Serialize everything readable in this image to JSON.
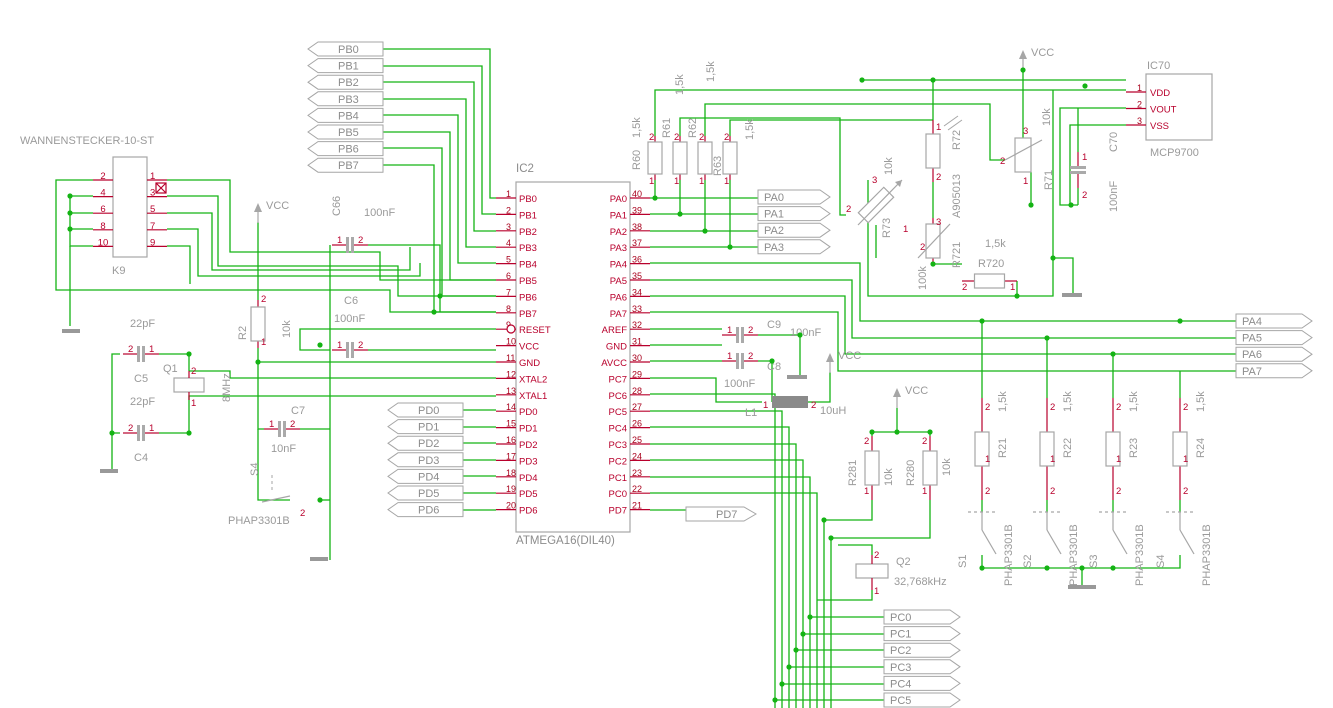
{
  "schematic": {
    "ic2": {
      "name": "IC2",
      "value": "ATMEGA16(DIL40)",
      "left_pins": [
        {
          "num": "1",
          "name": "PB0"
        },
        {
          "num": "2",
          "name": "PB1"
        },
        {
          "num": "3",
          "name": "PB2"
        },
        {
          "num": "4",
          "name": "PB3"
        },
        {
          "num": "5",
          "name": "PB4"
        },
        {
          "num": "6",
          "name": "PB5"
        },
        {
          "num": "7",
          "name": "PB6"
        },
        {
          "num": "8",
          "name": "PB7"
        },
        {
          "num": "9",
          "name": "RESET"
        },
        {
          "num": "10",
          "name": "VCC"
        },
        {
          "num": "11",
          "name": "GND"
        },
        {
          "num": "12",
          "name": "XTAL2"
        },
        {
          "num": "13",
          "name": "XTAL1"
        },
        {
          "num": "14",
          "name": "PD0"
        },
        {
          "num": "15",
          "name": "PD1"
        },
        {
          "num": "16",
          "name": "PD2"
        },
        {
          "num": "17",
          "name": "PD3"
        },
        {
          "num": "18",
          "name": "PD4"
        },
        {
          "num": "19",
          "name": "PD5"
        },
        {
          "num": "20",
          "name": "PD6"
        }
      ],
      "right_pins": [
        {
          "num": "40",
          "name": "PA0"
        },
        {
          "num": "39",
          "name": "PA1"
        },
        {
          "num": "38",
          "name": "PA2"
        },
        {
          "num": "37",
          "name": "PA3"
        },
        {
          "num": "36",
          "name": "PA4"
        },
        {
          "num": "35",
          "name": "PA5"
        },
        {
          "num": "34",
          "name": "PA6"
        },
        {
          "num": "33",
          "name": "PA7"
        },
        {
          "num": "32",
          "name": "AREF"
        },
        {
          "num": "31",
          "name": "GND"
        },
        {
          "num": "30",
          "name": "AVCC"
        },
        {
          "num": "29",
          "name": "PC7"
        },
        {
          "num": "28",
          "name": "PC6"
        },
        {
          "num": "27",
          "name": "PC5"
        },
        {
          "num": "26",
          "name": "PC4"
        },
        {
          "num": "25",
          "name": "PC3"
        },
        {
          "num": "24",
          "name": "PC2"
        },
        {
          "num": "23",
          "name": "PC1"
        },
        {
          "num": "22",
          "name": "PC0"
        },
        {
          "num": "21",
          "name": "PD7"
        }
      ]
    },
    "k9": {
      "title": "WANNENSTECKER-10-ST",
      "name": "K9",
      "left_pins": [
        "2",
        "4",
        "6",
        "8",
        "10"
      ],
      "right_pins": [
        "1",
        "3",
        "5",
        "7",
        "9"
      ]
    },
    "ic70": {
      "name": "IC70",
      "value": "MCP9700",
      "pins": [
        {
          "num": "1",
          "name": "VDD"
        },
        {
          "num": "2",
          "name": "VOUT"
        },
        {
          "num": "3",
          "name": "VSS"
        }
      ]
    },
    "pb_flags": [
      "PB0",
      "PB1",
      "PB2",
      "PB3",
      "PB4",
      "PB5",
      "PB6",
      "PB7"
    ],
    "pd_flags": [
      "PD0",
      "PD1",
      "PD2",
      "PD3",
      "PD4",
      "PD5",
      "PD6"
    ],
    "pa_flags_near": [
      "PA0",
      "PA1",
      "PA2",
      "PA3"
    ],
    "pa_flags_far": [
      "PA4",
      "PA5",
      "PA6",
      "PA7"
    ],
    "pc_flags": [
      "PC0",
      "PC1",
      "PC2",
      "PC3",
      "PC4",
      "PC5"
    ],
    "pd7_flag": "PD7",
    "vcc": "VCC",
    "resistors": {
      "r2": {
        "name": "R2",
        "value": "10k"
      },
      "r60": {
        "name": "R60",
        "value": "1,5k"
      },
      "r61": {
        "name": "R61",
        "value": "1,5k"
      },
      "r62": {
        "name": "R62",
        "value": "1,5k"
      },
      "r63": {
        "name": "R63",
        "value": "1,5k"
      },
      "r73": {
        "name": "R73",
        "value": "10k"
      },
      "r71": {
        "name": "R71",
        "value": "10k"
      },
      "r72": {
        "name": "R72",
        "value": "A905013"
      },
      "r721": {
        "name": "R721",
        "value": "100k"
      },
      "r720": {
        "name": "R720",
        "value": "1,5k"
      },
      "r281": {
        "name": "R281",
        "value": "10k"
      },
      "r280": {
        "name": "R280",
        "value": "10k"
      },
      "r21": {
        "name": "R21",
        "value": "1,5k"
      },
      "r22": {
        "name": "R22",
        "value": "1,5k"
      },
      "r23": {
        "name": "R23",
        "value": "1,5k"
      },
      "r24": {
        "name": "R24",
        "value": "1,5k"
      }
    },
    "caps": {
      "c66": {
        "name": "C66",
        "value": "100nF"
      },
      "c6": {
        "name": "C6",
        "value": "100nF"
      },
      "c5": {
        "name": "C5",
        "value": "22pF"
      },
      "c4": {
        "name": "C4",
        "value": "22pF"
      },
      "c7": {
        "name": "C7",
        "value": "10nF"
      },
      "c9": {
        "name": "C9",
        "value": "100nF"
      },
      "c8": {
        "name": "C8",
        "value": "100nF"
      },
      "c70": {
        "name": "C70",
        "value": "100nF"
      }
    },
    "q1": {
      "name": "Q1",
      "value": "8MHz"
    },
    "q2": {
      "name": "Q2",
      "value": "32,768kHz"
    },
    "l1": {
      "name": "L1",
      "value": "10uH"
    },
    "switches": {
      "s4_left": {
        "name": "S4",
        "value": "PHAP3301B"
      },
      "s1": {
        "name": "S1",
        "value": "PHAP3301B"
      },
      "s2": {
        "name": "S2",
        "value": "PHAP3301B"
      },
      "s3": {
        "name": "S3",
        "value": "PHAP3301B"
      },
      "s4": {
        "name": "S4",
        "value": "PHAP3301B"
      }
    }
  }
}
